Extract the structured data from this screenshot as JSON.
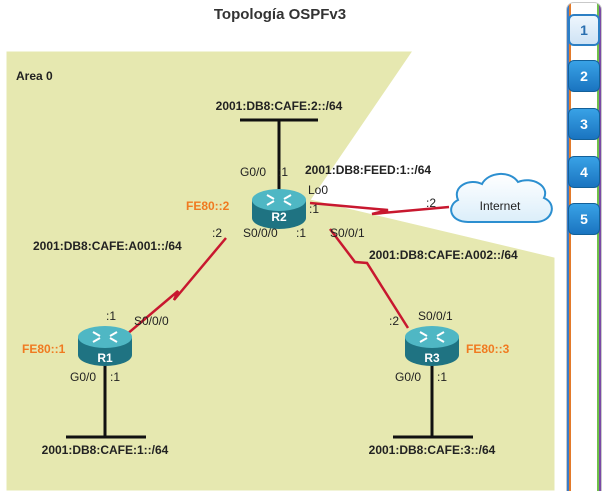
{
  "title": "Topología OSPFv3",
  "area_label": "Area 0",
  "networks": {
    "r2_lan": "2001:DB8:CAFE:2::/64",
    "loopback_net": "2001:DB8:FEED:1::/64",
    "r1_r2_serial": "2001:DB8:CAFE:A001::/64",
    "r2_r3_serial": "2001:DB8:CAFE:A002::/64",
    "r1_lan": "2001:DB8:CAFE:1::/64",
    "r3_lan": "2001:DB8:CAFE:3::/64"
  },
  "routers": {
    "r1": {
      "name": "R1",
      "link_local": "FE80::1"
    },
    "r2": {
      "name": "R2",
      "link_local": "FE80::2"
    },
    "r3": {
      "name": "R3",
      "link_local": "FE80::3"
    }
  },
  "interfaces": {
    "r2_g00": "G0/0",
    "r2_g00_host": ":1",
    "r2_lo0": "Lo0",
    "r2_lo0_host": ":1",
    "inet_host": ":2",
    "r2_s000": "S0/0/0",
    "r2_s000_host": ":2",
    "r2_s001_host": ":1",
    "r2_s001": "S0/0/1",
    "r1_s000_host": ":1",
    "r1_s000": "S0/0/0",
    "r1_g00": "G0/0",
    "r1_g00_host": ":1",
    "r3_s001_host": ":2",
    "r3_s001": "S0/0/1",
    "r3_g00": "G0/0",
    "r3_g00_host": ":1"
  },
  "internet_label": "Internet",
  "steps": [
    "1",
    "2",
    "3",
    "4",
    "5"
  ],
  "colors": {
    "area_fill": "#e6e8b0",
    "router_body": "#2b8f9f",
    "serial_link": "#c8182f",
    "link_local": "#f07a20",
    "step_blue": "#1f82cf"
  }
}
